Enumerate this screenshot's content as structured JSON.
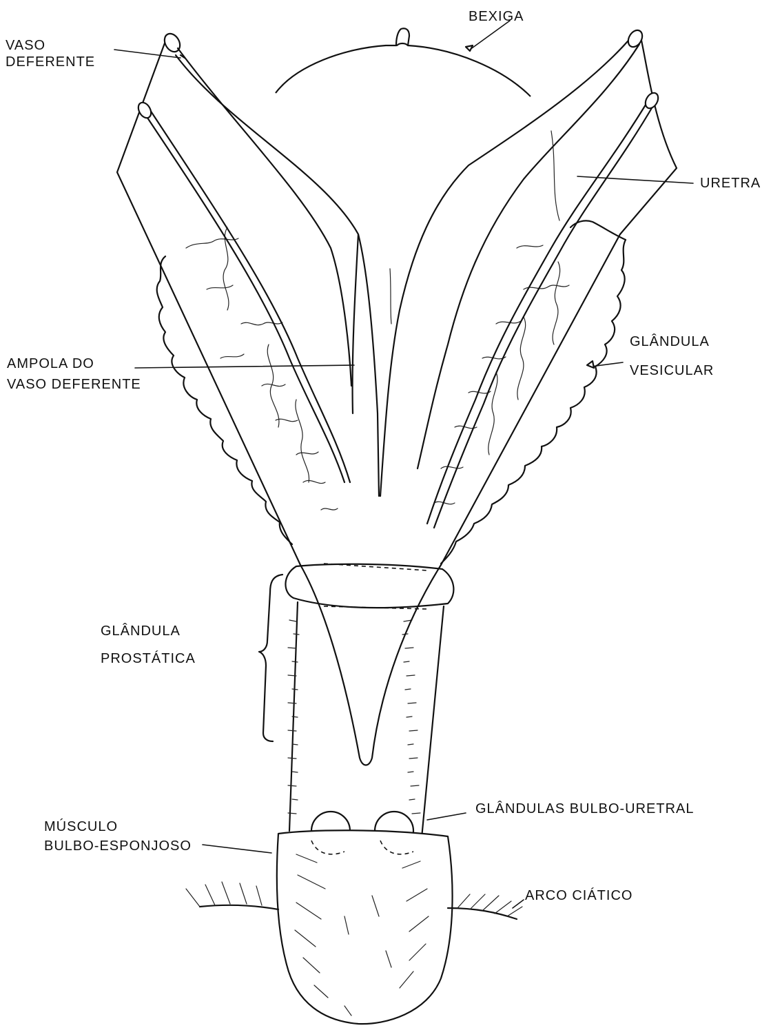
{
  "labels": {
    "bexiga": "BEXIGA",
    "vaso_deferente_1": "VASO",
    "vaso_deferente_2": "DEFERENTE",
    "uretra": "URETRA",
    "ampola_1": "AMPOLA  DO",
    "ampola_2": "VASO DEFERENTE",
    "glandula_vesicular_1": "GLÂNDULA",
    "glandula_vesicular_2": "VESICULAR",
    "glandula_prostatica_1": "GLÂNDULA",
    "glandula_prostatica_2": "PROSTÁTICA",
    "glandulas_bulbo_uretral": "GLÂNDULAS  BULBO-URETRAL",
    "musculo_1": "MÚSCULO",
    "musculo_2": "BULBO-ESPONJOSO",
    "arco_ciatico": "ARCO  CIÁTICO"
  },
  "colors": {
    "ink": "#111111",
    "background": "#ffffff"
  }
}
